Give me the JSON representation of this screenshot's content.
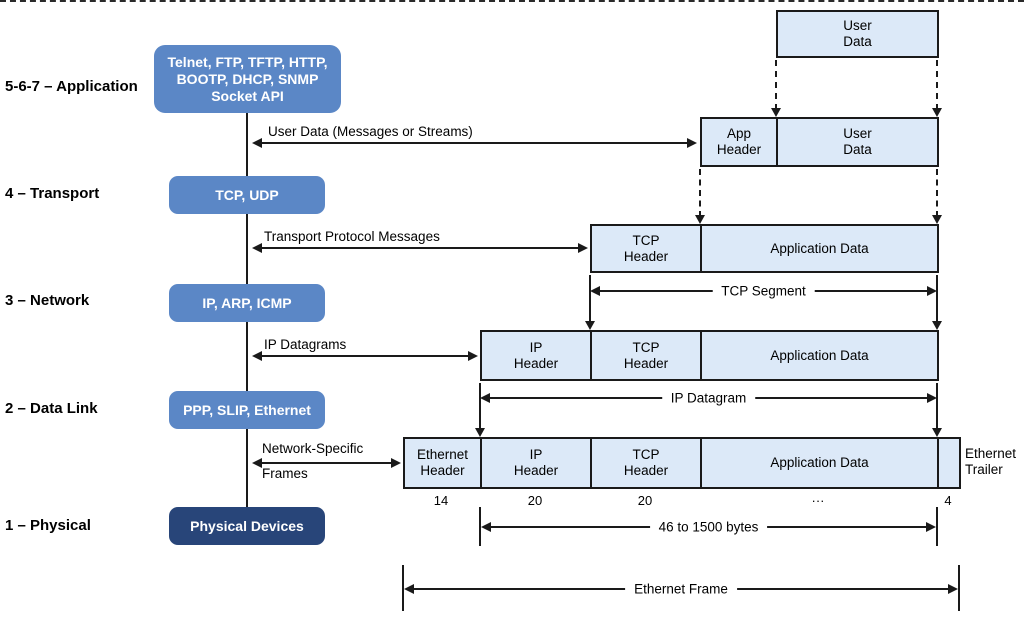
{
  "colors": {
    "protocol_blue": "#5b87c6",
    "physical_navy": "#284579",
    "cell_fill": "#dce9f8",
    "line": "#1a1a1a"
  },
  "stack": {
    "layers": [
      {
        "label": "5-6-7 – Application",
        "box": "Telnet, FTP, TFTP, HTTP,\nBOOTP, DHCP, SNMP\nSocket API"
      },
      {
        "label": "4 – Transport",
        "box": "TCP, UDP"
      },
      {
        "label": "3 – Network",
        "box": "IP, ARP, ICMP"
      },
      {
        "label": "2 – Data Link",
        "box": "PPP, SLIP, Ethernet"
      },
      {
        "label": "1 – Physical",
        "box": "Physical Devices"
      }
    ],
    "flows": [
      {
        "label": "User Data (Messages or Streams)"
      },
      {
        "label": "Transport Protocol Messages"
      },
      {
        "label": "IP Datagrams"
      },
      {
        "label": "Network-Specific",
        "label2": "Frames"
      }
    ]
  },
  "encapsulation": {
    "rows": [
      {
        "cells": [
          "User\nData"
        ]
      },
      {
        "cells": [
          "App\nHeader",
          "User\nData"
        ]
      },
      {
        "cells": [
          "TCP\nHeader",
          "Application Data"
        ]
      },
      {
        "cells": [
          "IP\nHeader",
          "TCP\nHeader",
          "Application Data"
        ]
      },
      {
        "cells": [
          "Ethernet\nHeader",
          "IP\nHeader",
          "TCP\nHeader",
          "Application Data",
          ""
        ]
      }
    ],
    "trailer_label": "Ethernet\nTrailer",
    "sizes": [
      "14",
      "20",
      "20",
      "···",
      "4"
    ],
    "spans": {
      "tcp_segment": "TCP Segment",
      "ip_datagram": "IP Datagram",
      "payload_size": "46 to 1500 bytes",
      "ethernet_frame": "Ethernet Frame"
    }
  }
}
